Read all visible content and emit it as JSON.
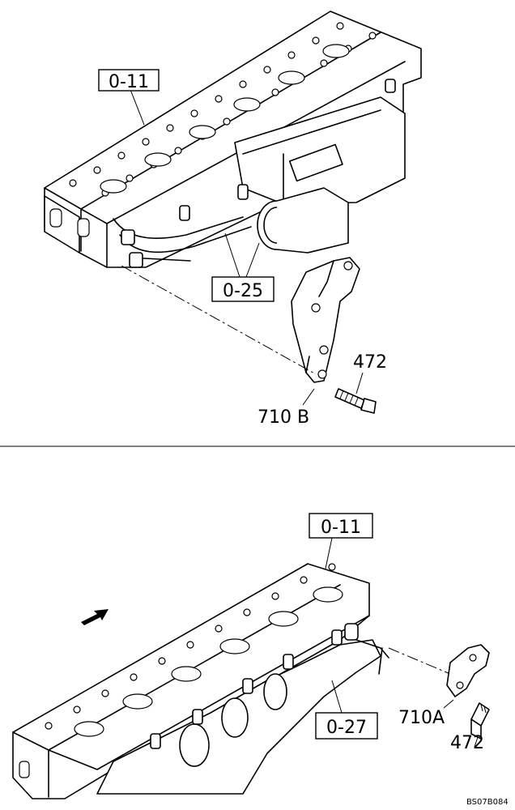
{
  "top_view": {
    "ref_cylinder_head": "0-11",
    "ref_manifold": "0-25",
    "part_bolt": "472",
    "part_bracket": "710 B"
  },
  "bottom_view": {
    "ref_cylinder_head": "0-11",
    "ref_manifold": "0-27",
    "part_bracket": "710A",
    "part_bolt": "472",
    "direction_arrow": "arrow-icon"
  },
  "drawing_code": "BS07B084"
}
